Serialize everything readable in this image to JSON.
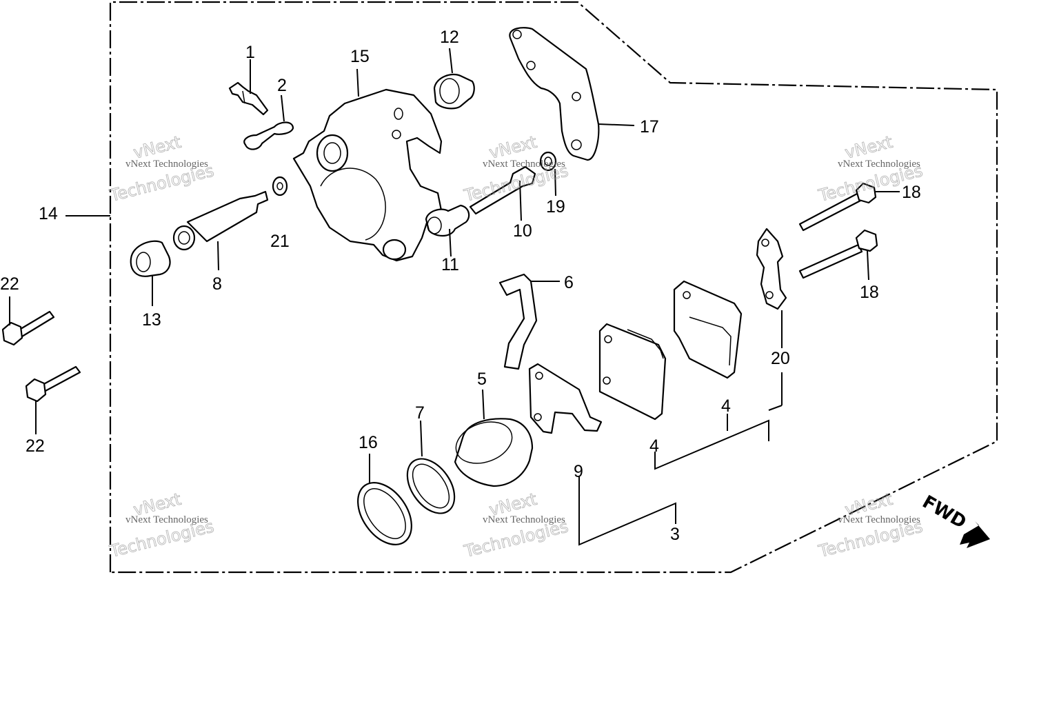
{
  "diagram": {
    "callouts": {
      "c1": "1",
      "c2": "2",
      "c3": "3",
      "c4a": "4",
      "c4b": "4",
      "c5": "5",
      "c6": "6",
      "c7": "7",
      "c8": "8",
      "c9": "9",
      "c10": "10",
      "c11": "11",
      "c12": "12",
      "c13": "13",
      "c14": "14",
      "c15": "15",
      "c16": "16",
      "c17": "17",
      "c18a": "18",
      "c18b": "18",
      "c19": "19",
      "c20": "20",
      "c21": "21",
      "c22a": "22",
      "c22b": "22"
    },
    "direction_label": "FWD",
    "watermark": {
      "line1": "vNext Technologies",
      "line2": "vNext",
      "line3": "Technologies"
    }
  }
}
